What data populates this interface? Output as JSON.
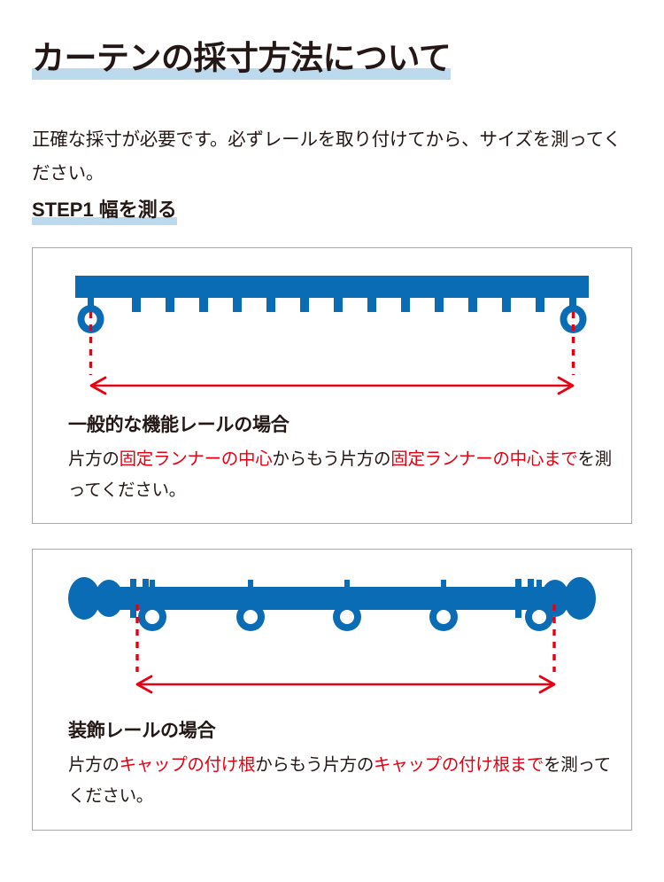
{
  "document": {
    "title": "カーテンの採寸方法について",
    "title_highlight_color": "#bcd9ee",
    "intro": "正確な採寸が必要です。必ずレールを取り付けてから、サイズを測ってください。",
    "step_heading": "STEP1 幅を測る",
    "rail_color": "#0a6cb4",
    "measure_color": "#e60012",
    "panel_border_color": "#a9a9a9",
    "text_color": "#231815"
  },
  "panels": [
    {
      "id": "functional-rail",
      "figure_name": "functional-rail-diagram",
      "figure_parts": {
        "rail": "function-rail-bar",
        "hooks_count": 14,
        "fixed_runners_count": 2,
        "measure_arrow": "width-measure-arrow",
        "guide_lines": 2
      },
      "caption_title": "一般的な機能レールの場合",
      "caption_parts": [
        {
          "text": "片方の",
          "emphasis": false
        },
        {
          "text": "固定ランナーの中心",
          "emphasis": true
        },
        {
          "text": "からもう片方の",
          "emphasis": false
        },
        {
          "text": "固定ランナーの中心",
          "emphasis": true
        },
        {
          "text": "まで",
          "emphasis": true
        },
        {
          "text": "を測ってください。",
          "emphasis": false
        }
      ]
    },
    {
      "id": "decorative-rail",
      "figure_name": "decorative-rail-diagram",
      "figure_parts": {
        "rod": "decorative-rod",
        "finials_count": 2,
        "rings_count": 5,
        "brackets_count": 2,
        "measure_arrow": "width-measure-arrow",
        "guide_lines": 2
      },
      "caption_title": "装飾レールの場合",
      "caption_parts": [
        {
          "text": "片方の",
          "emphasis": false
        },
        {
          "text": "キャップの付け根",
          "emphasis": true
        },
        {
          "text": "からもう片方の",
          "emphasis": false
        },
        {
          "text": "キャップの付け根",
          "emphasis": true
        },
        {
          "text": "まで",
          "emphasis": true
        },
        {
          "text": "を測ってください。",
          "emphasis": false
        }
      ]
    }
  ]
}
